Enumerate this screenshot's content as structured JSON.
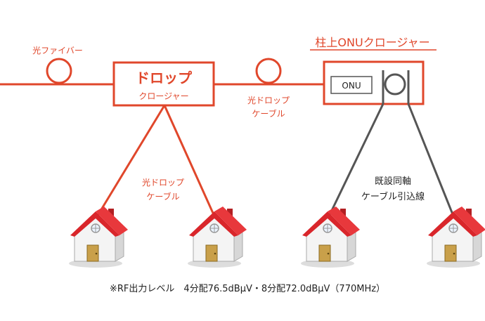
{
  "labels": {
    "fiber": "光ファイバー",
    "drop_closure_main": "ドロップ",
    "drop_closure_sub": "クロージャー",
    "drop_cable_top_1": "光ドロップ",
    "drop_cable_top_2": "ケーブル",
    "drop_cable_bottom_1": "光ドロップ",
    "drop_cable_bottom_2": "ケーブル",
    "pole_closure_title": "柱上ONUクロージャー",
    "onu": "ONU",
    "coax_1": "既設同軸",
    "coax_2": "ケーブル引込線",
    "footnote": "※RF出力レベル　4分配76.5dBµV・8分配72.0dBµV（770MHz）"
  },
  "houses": [
    {
      "id": "house-1"
    },
    {
      "id": "house-2"
    },
    {
      "id": "house-3"
    },
    {
      "id": "house-4"
    }
  ],
  "colors": {
    "fiber_red": "#e0472b",
    "coax_gray": "#555555",
    "roof_red": "#d9262b",
    "wall_white": "#f7f7f7",
    "door_tan": "#c9a04a"
  }
}
